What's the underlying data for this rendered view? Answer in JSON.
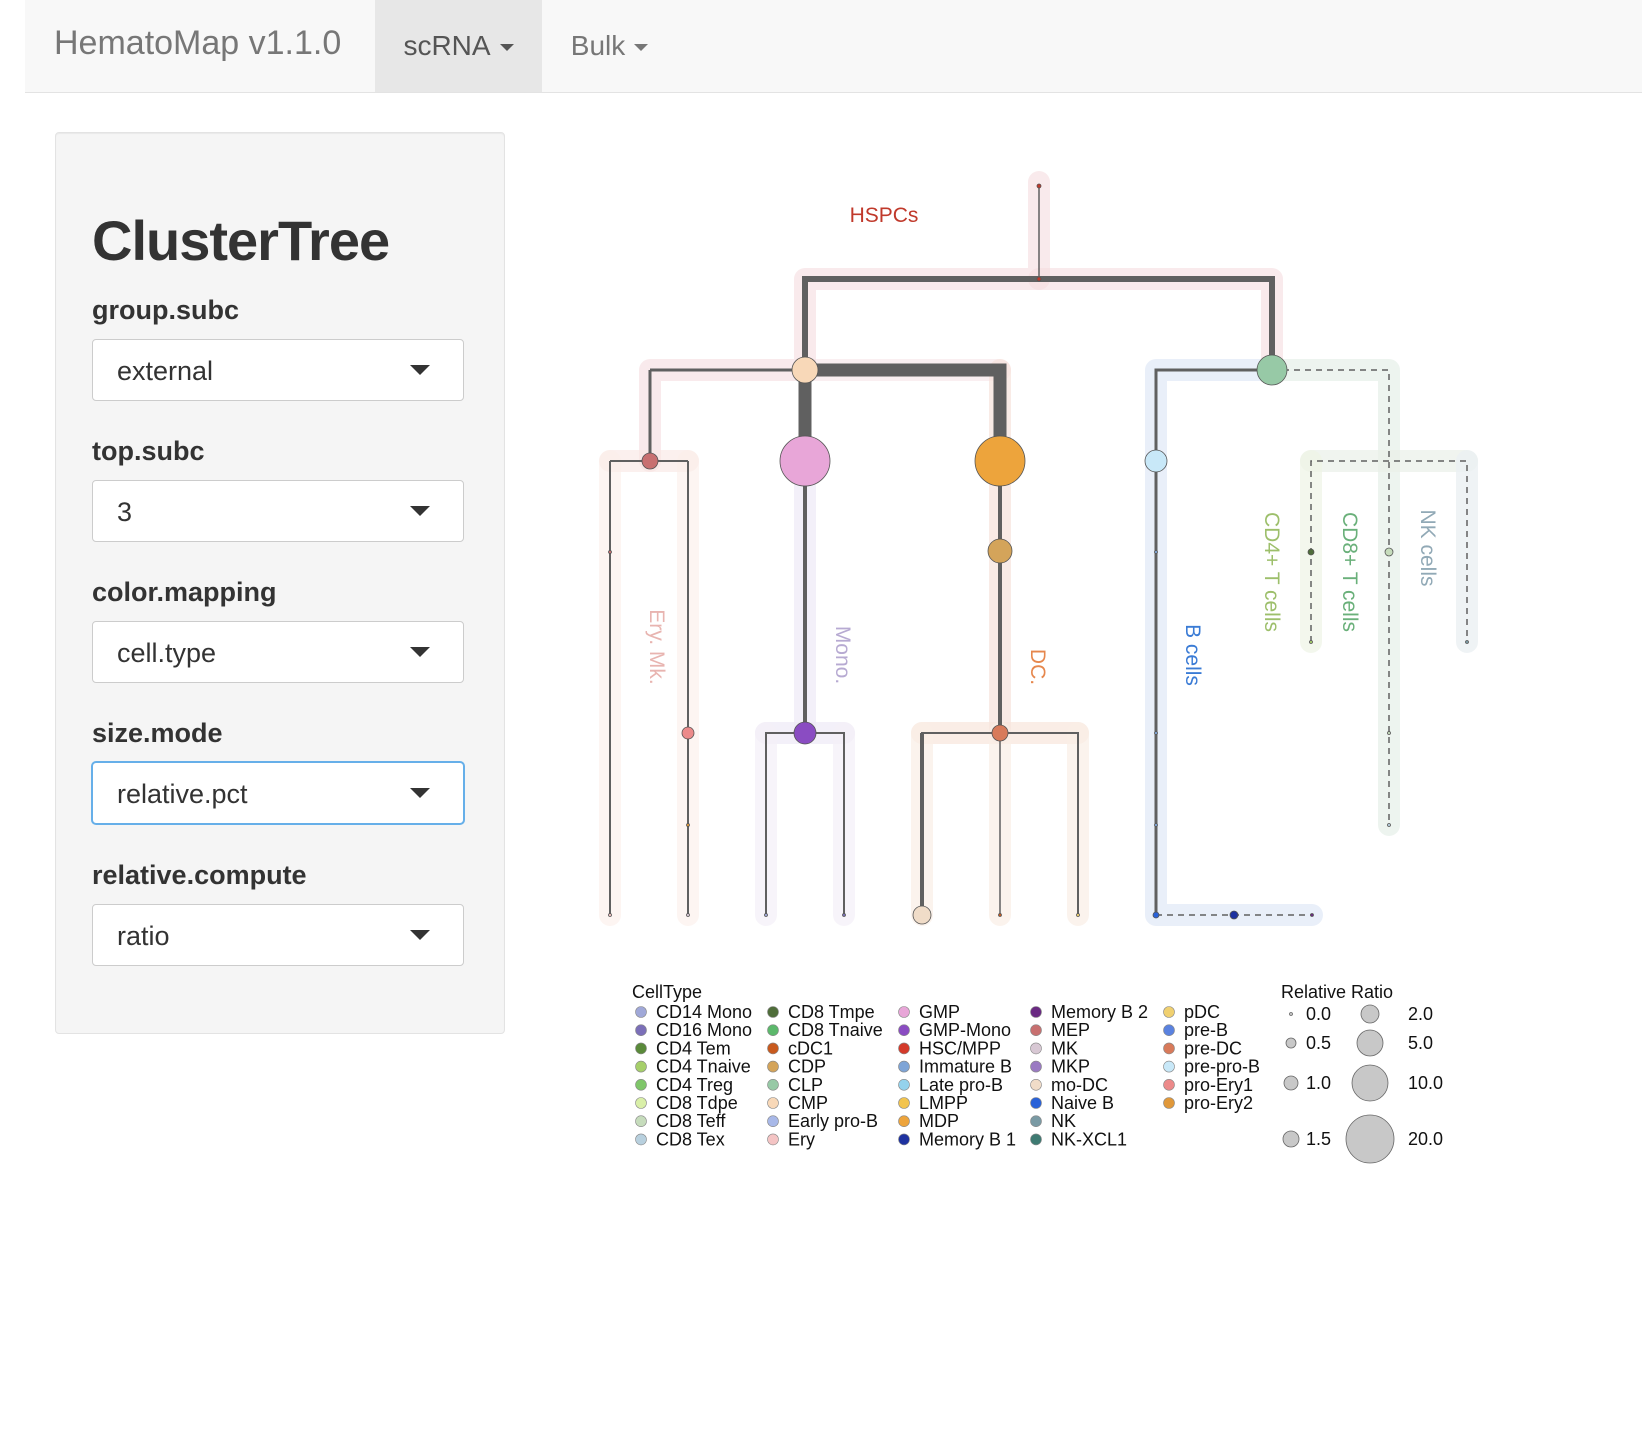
{
  "navbar": {
    "brand": "HematoMap v1.1.0",
    "menus": [
      {
        "label": "scRNA",
        "active": true
      },
      {
        "label": "Bulk",
        "active": false
      }
    ]
  },
  "sidebar": {
    "title": "ClusterTree",
    "controls": [
      {
        "label": "group.subc",
        "value": "external"
      },
      {
        "label": "top.subc",
        "value": "3"
      },
      {
        "label": "color.mapping",
        "value": "cell.type"
      },
      {
        "label": "size.mode",
        "value": "relative.pct",
        "focused": true
      },
      {
        "label": "relative.compute",
        "value": "ratio"
      }
    ]
  },
  "tree": {
    "group_labels": [
      {
        "text": "HSPCs",
        "color": "#c0392b"
      },
      {
        "text": "Ery. Mk.",
        "color": "#e8b4b0"
      },
      {
        "text": "Mono.",
        "color": "#b7aad2"
      },
      {
        "text": "DC.",
        "color": "#e6874d"
      },
      {
        "text": "B cells",
        "color": "#3a7bd5"
      },
      {
        "text": "CD4+ T cells",
        "color": "#9dbf6b"
      },
      {
        "text": "CD8+ T cells",
        "color": "#6ab07a"
      },
      {
        "text": "NK cells",
        "color": "#91a9b6"
      }
    ],
    "legend_celltype": {
      "title": "CellType",
      "items": [
        {
          "name": "CD14 Mono",
          "color": "#a0a8d8"
        },
        {
          "name": "CD16 Mono",
          "color": "#7b6fb8"
        },
        {
          "name": "CD4 Tem",
          "color": "#5a8a3a"
        },
        {
          "name": "CD4 Tnaive",
          "color": "#a6cf6a"
        },
        {
          "name": "CD4 Treg",
          "color": "#7fc66a"
        },
        {
          "name": "CD8 Tdpe",
          "color": "#d9efa8"
        },
        {
          "name": "CD8 Teff",
          "color": "#c6dcbc"
        },
        {
          "name": "CD8 Tex",
          "color": "#b8d0de"
        },
        {
          "name": "CD8 Tmpe",
          "color": "#4f6d3a"
        },
        {
          "name": "CD8 Tnaive",
          "color": "#5cb86b"
        },
        {
          "name": "cDC1",
          "color": "#c85a1e"
        },
        {
          "name": "CDP",
          "color": "#d4a45a"
        },
        {
          "name": "CLP",
          "color": "#97c9a6"
        },
        {
          "name": "CMP",
          "color": "#f8d8b8"
        },
        {
          "name": "Early pro-B",
          "color": "#a8b8e8"
        },
        {
          "name": "Ery",
          "color": "#f4c4c4"
        },
        {
          "name": "GMP",
          "color": "#e8a6d8"
        },
        {
          "name": "GMP-Mono",
          "color": "#8a4cc2"
        },
        {
          "name": "HSC/MPP",
          "color": "#d43a2a"
        },
        {
          "name": "Immature B",
          "color": "#7ea4d6"
        },
        {
          "name": "Late pro-B",
          "color": "#94d2ec"
        },
        {
          "name": "LMPP",
          "color": "#f2c44e"
        },
        {
          "name": "MDP",
          "color": "#eda43c"
        },
        {
          "name": "Memory B 1",
          "color": "#1e32a0"
        },
        {
          "name": "Memory B 2",
          "color": "#6a2a82"
        },
        {
          "name": "MEP",
          "color": "#c87070"
        },
        {
          "name": "MK",
          "color": "#d8c8d4"
        },
        {
          "name": "MKP",
          "color": "#9a7ac2"
        },
        {
          "name": "mo-DC",
          "color": "#f0dcc8"
        },
        {
          "name": "Naive B",
          "color": "#2a62d8"
        },
        {
          "name": "NK",
          "color": "#7a9aa4"
        },
        {
          "name": "NK-XCL1",
          "color": "#3e7a72"
        },
        {
          "name": "pDC",
          "color": "#f0d070"
        },
        {
          "name": "pre-B",
          "color": "#5a82e0"
        },
        {
          "name": "pre-DC",
          "color": "#d87a5a"
        },
        {
          "name": "pre-pro-B",
          "color": "#c8e8f8"
        },
        {
          "name": "pro-Ery1",
          "color": "#ec8a8a"
        },
        {
          "name": "pro-Ery2",
          "color": "#e0983a"
        }
      ]
    },
    "legend_size": {
      "title": "Relative Ratio",
      "items": [
        "0.0",
        "0.5",
        "1.0",
        "1.5",
        "2.0",
        "5.0",
        "10.0",
        "20.0"
      ]
    }
  }
}
